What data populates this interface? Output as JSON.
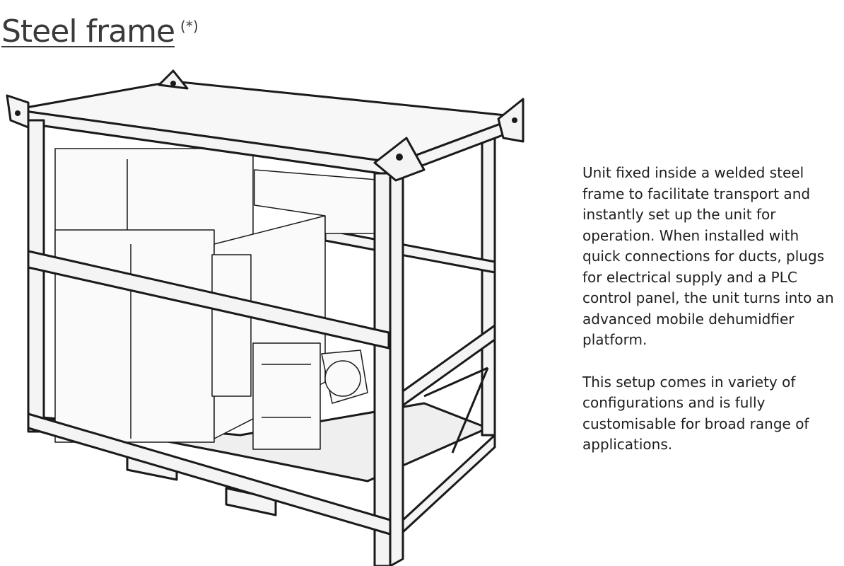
{
  "header": {
    "title": "Steel frame",
    "title_note": "(*)"
  },
  "illustration": {
    "icon": "steel-frame-dehumidifier-unit-drawing"
  },
  "description": {
    "paragraph_1": "Unit fixed inside a welded steel frame to facilitate transport and instantly set up the unit for operation. When installed with quick connections for ducts, plugs for electrical supply and a PLC control panel, the unit turns into an advanced mobile dehumidfier platform.",
    "paragraph_2": "This setup comes in variety of configurations and is fully customisable for broad range of applications."
  },
  "colors": {
    "line": "#1a1a1a",
    "fill": "#f4f4f4",
    "title": "#3a3a3a"
  }
}
